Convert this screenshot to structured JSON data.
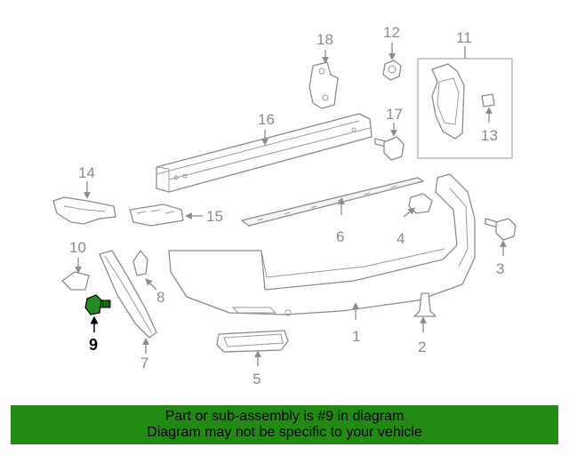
{
  "diagram": {
    "labels": {
      "p1": "1",
      "p2": "2",
      "p3": "3",
      "p4": "4",
      "p5": "5",
      "p6": "6",
      "p7": "7",
      "p8": "8",
      "p9": "9",
      "p10": "10",
      "p11": "11",
      "p12": "12",
      "p13": "13",
      "p14": "14",
      "p15": "15",
      "p16": "16",
      "p17": "17",
      "p18": "18"
    },
    "highlight_part": "9",
    "colors": {
      "line": "#8c8c8c",
      "highlight": "#228b22",
      "banner": "#218a12"
    }
  },
  "banner": {
    "line1": "Part or sub-assembly is #9 in diagram",
    "line2": "Diagram may not be specific to your vehicle"
  }
}
